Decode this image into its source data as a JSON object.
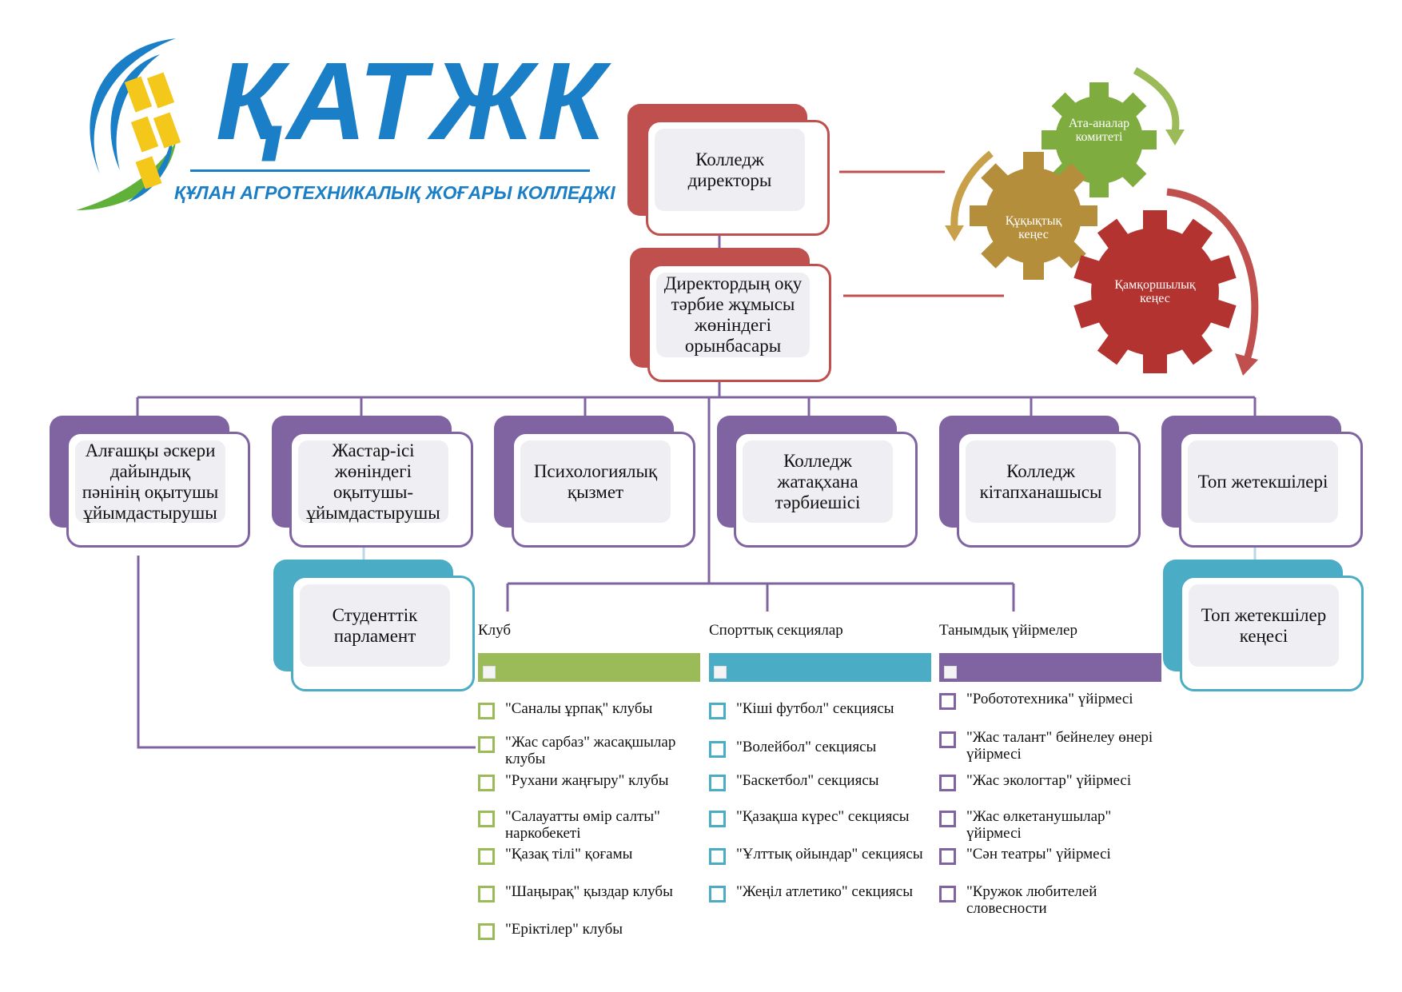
{
  "logo": {
    "title": "ҚАТЖК",
    "subtitle": "ҚҰЛАН АГРОТЕХНИКАЛЫҚ ЖОҒАРЫ КОЛЛЕДЖІ",
    "colors": {
      "blue": "#1a7fc6",
      "green": "#5fb13a",
      "yellow": "#f3c81a"
    }
  },
  "top": {
    "director": "Колледж директоры",
    "deputy": "Директордың оқу тәрбие жұмысы жөніндегі орынбасары"
  },
  "gears": {
    "parents": "Ата-аналар комитеті",
    "legal": "Құқықтық кеңес",
    "trustees": "Қамқоршылық кеңес"
  },
  "units": [
    "Алғашқы әскери дайындық пәнінің оқытушы ұйымдастырушы",
    "Жастар-ісі жөніндегі оқытушы-ұйымдастырушы",
    "Психологиялық қызмет",
    "Колледж жатақхана тәрбиешісі",
    "Колледж кітапханашысы",
    "Топ жетекшілері"
  ],
  "sub_units": {
    "student_parliament": "Студенттік парламент",
    "group_leaders_council": "Топ жетекшілер кеңесі"
  },
  "columns": [
    {
      "title": "Клуб",
      "color": "#9bbb59",
      "items": [
        "\"Саналы ұрпақ\" клубы",
        "\"Жас сарбаз\" жасақшылар клубы",
        "\"Рухани жаңғыру\" клубы",
        "\"Салауатты өмір салты\" наркобекеті",
        "\"Қазақ тілі\" қоғамы",
        "\"Шаңырақ\" қыздар клубы",
        "\"Еріктілер\" клубы"
      ]
    },
    {
      "title": "Спорттық секциялар",
      "color": "#4bacc6",
      "items": [
        "\"Кіші футбол\" секциясы",
        "\"Волейбол\"  секциясы",
        "\"Баскетбол\" секциясы",
        "\"Қазақша күрес\" секциясы",
        "\"Ұлттық ойындар\" секциясы",
        "\"Жеңіл атлетико\" секциясы"
      ]
    },
    {
      "title": "Танымдық үйірмелер",
      "color": "#8064a2",
      "items": [
        "\"Робототехника\" үйірмесі",
        "\"Жас талант\" бейнелеу өнері үйірмесі",
        "\"Жас экологтар\" үйірмесі",
        "\"Жас өлкетанушылар\" үйірмесі",
        "\"Сән театры\" үйірмесі",
        "\"Кружок любителей словесности"
      ]
    }
  ],
  "colors": {
    "red": "#c0504d",
    "purple": "#8064a2",
    "teal": "#4bacc6",
    "connector": "#8064a2"
  }
}
